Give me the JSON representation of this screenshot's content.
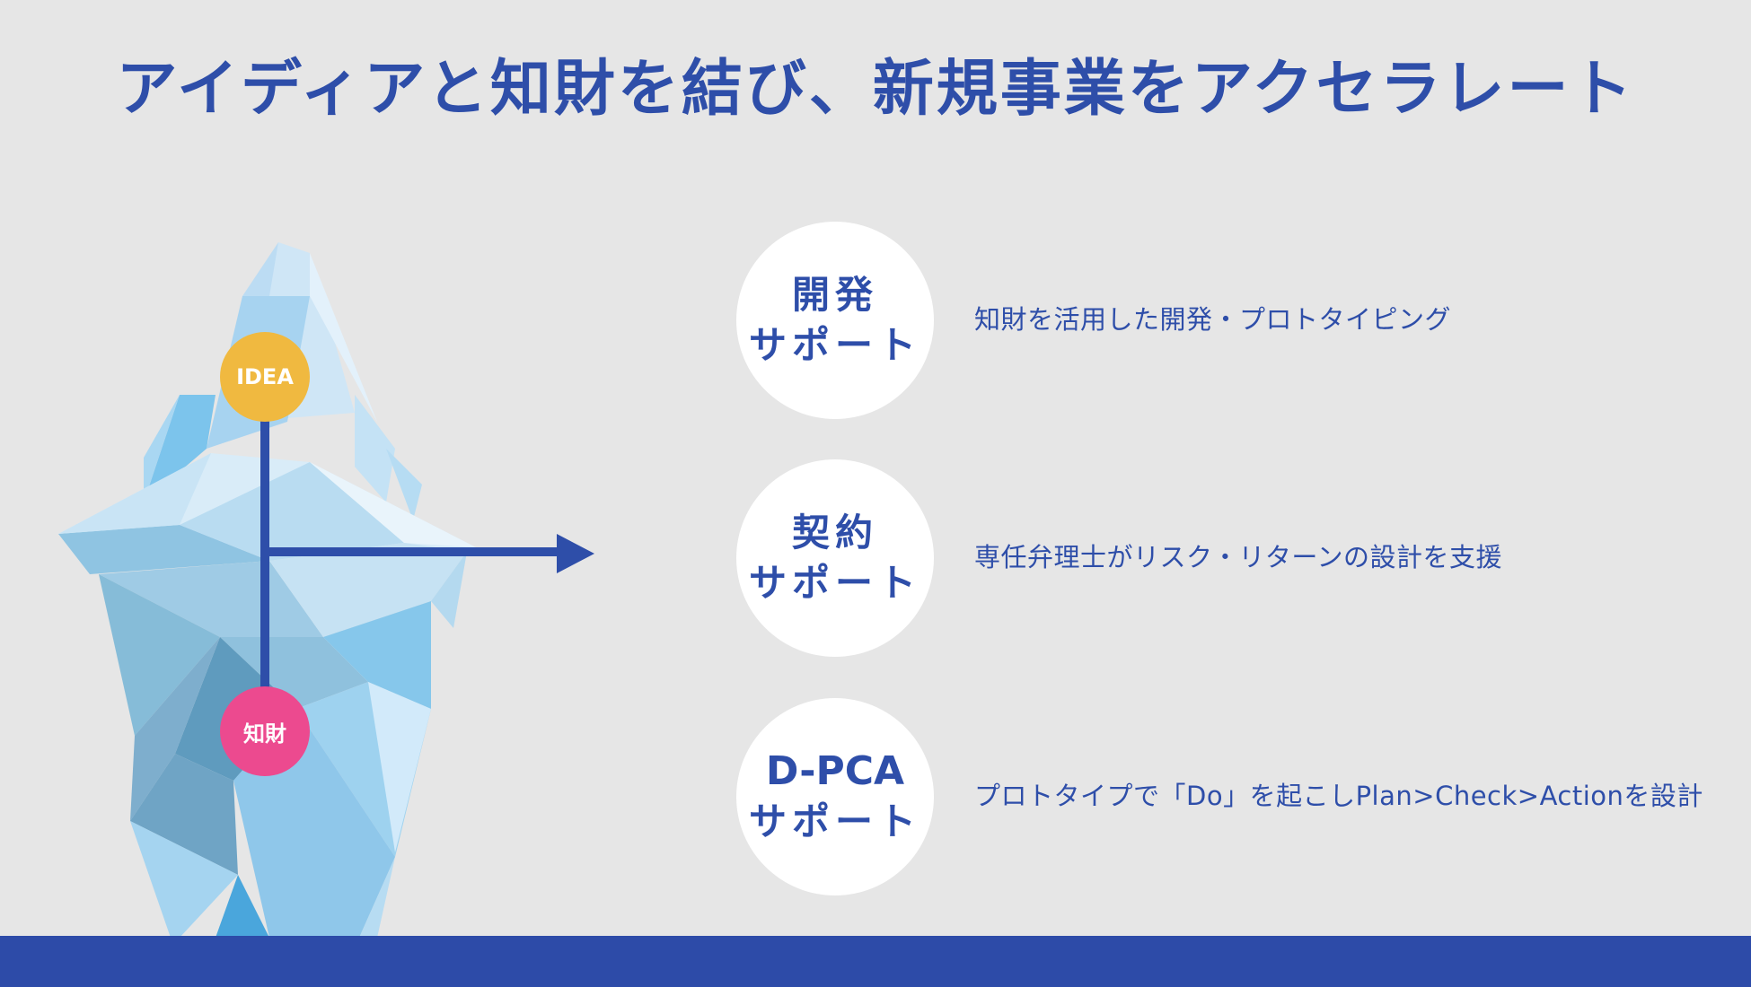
{
  "title": "アイディアと知財を結び、新規事業をアクセラレート",
  "nodes": {
    "idea": "IDEA",
    "ip": "知財"
  },
  "supports": [
    {
      "line1": "開発",
      "line2": "サポート",
      "description": "知財を活用した開発・プロトタイピング"
    },
    {
      "line1": "契約",
      "line2": "サポート",
      "description": "専任弁理士がリスク・リターンの設計を支援"
    },
    {
      "line1": "D-PCA",
      "line2": "サポート",
      "description": "プロトタイプで「Do」を起こしPlan>Check>Actionを設計"
    }
  ],
  "colors": {
    "primary": "#2e4ea9",
    "idea_node": "#f0b940",
    "ip_node": "#ec4a8f",
    "background": "#e6e6e6",
    "footer": "#2d4ba8"
  },
  "icons": {
    "iceberg": "iceberg-illustration",
    "arrow": "arrow-right-icon"
  }
}
